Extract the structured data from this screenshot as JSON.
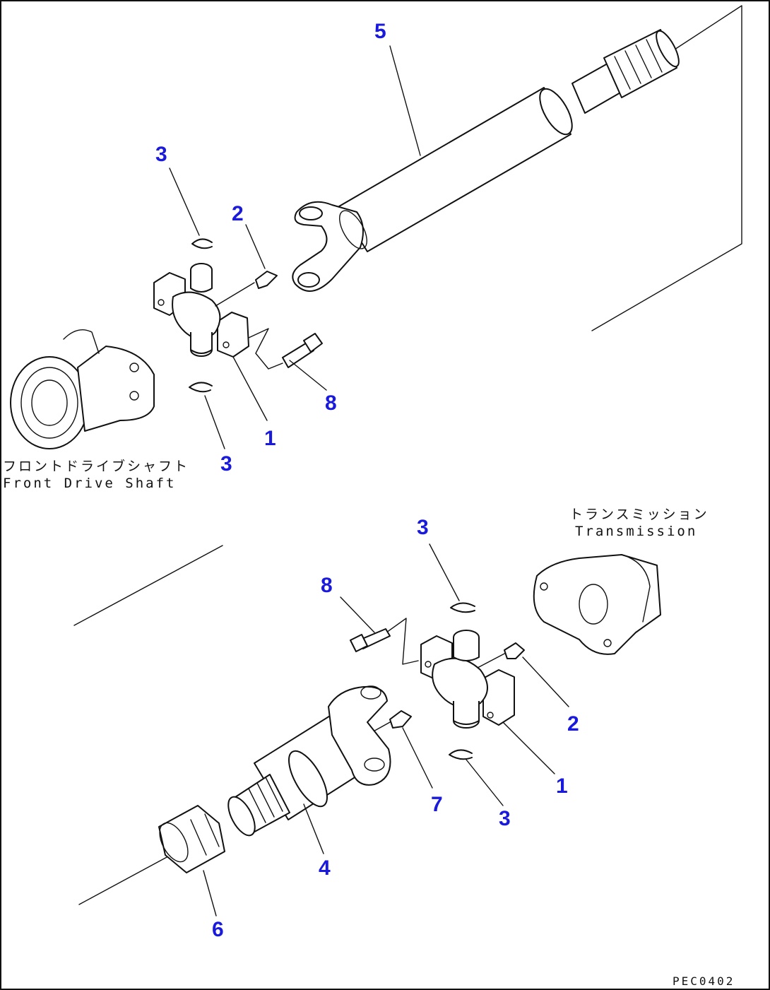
{
  "labels": {
    "top": {
      "p5": "5",
      "p3a": "3",
      "p2": "2",
      "p1": "1",
      "p8": "8",
      "p3b": "3"
    },
    "bottom": {
      "p3a": "3",
      "p8": "8",
      "p2": "2",
      "p1": "1",
      "p7": "7",
      "p3b": "3",
      "p4": "4",
      "p6": "6"
    }
  },
  "captions": {
    "front_drive_jp": "フロントドライブシャフト",
    "front_drive_en": "Front Drive Shaft",
    "transmission_jp": "トランスミッション",
    "transmission_en": "Transmission"
  },
  "reference_code": "PEC0402",
  "colors": {
    "label": "#1a1adc",
    "line": "#111111",
    "background": "#ffffff"
  }
}
